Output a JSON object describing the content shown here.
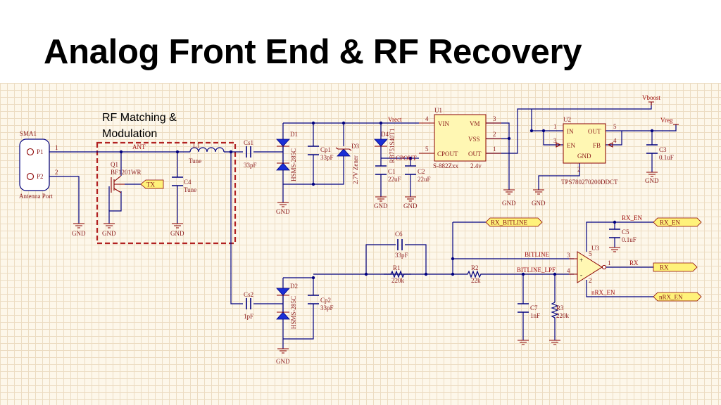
{
  "title": "Analog Front End & RF Recovery",
  "group_label": "RF Matching & Modulation",
  "colors": {
    "wire": "#000080",
    "part": "#8b0000",
    "highlight_box": "#b22222",
    "sheet": "#fdf7ea",
    "component_fill": "#fff7b3"
  },
  "connector": {
    "ref": "SMA1",
    "pins": [
      "P1",
      "P2"
    ],
    "pin_numbers": [
      "1",
      "2"
    ],
    "name": "Antenna Port"
  },
  "nets": {
    "ant": "ANT",
    "tx": "TX",
    "vrect": "Vrect",
    "cpout": "CPOUT",
    "vboost": "Vboost",
    "vreg": "Vreg",
    "rx_bitline": "RX_BITLINE",
    "bitline": "BITLINE",
    "bitline_lpf": "BITLINE_LPF",
    "rx_en": "RX_EN",
    "rx": "RX",
    "nrx_en": "nRX_EN",
    "gnd": "GND"
  },
  "components": {
    "q1": {
      "ref": "Q1",
      "value": "BF1201WR"
    },
    "l1": {
      "ref": "L1",
      "value": "Tune"
    },
    "c4": {
      "ref": "C4",
      "value": "Tune"
    },
    "cs1": {
      "ref": "Cs1",
      "value": "33pF"
    },
    "cs2": {
      "ref": "Cs2",
      "value": "1pF"
    },
    "d1": {
      "ref": "D1",
      "value": "HSMS-285C"
    },
    "d2": {
      "ref": "D2",
      "value": "HSMS-285C"
    },
    "cp1": {
      "ref": "Cp1",
      "value": "33pF"
    },
    "cp2": {
      "ref": "Cp2",
      "value": "33pF"
    },
    "d3": {
      "ref": "D3",
      "value": "2.7V Zener"
    },
    "d4": {
      "ref": "D4",
      "value": "RB751S40T1"
    },
    "c1": {
      "ref": "C1",
      "value": "22uF"
    },
    "c2": {
      "ref": "C2",
      "value": "22uF"
    },
    "u1": {
      "ref": "U1",
      "value": "S-882Zxx",
      "voltage": "2.4v",
      "pins": {
        "vin": "VIN",
        "vm": "VM",
        "vss": "VSS",
        "cpout": "CPOUT",
        "out": "OUT"
      },
      "pin_numbers": [
        "4",
        "5",
        "3",
        "2",
        "1"
      ]
    },
    "u2": {
      "ref": "U2",
      "value": "TPS780270200DDCT",
      "pins": {
        "in": "IN",
        "out": "OUT",
        "en": "EN",
        "fb": "FB",
        "gnd": "GND"
      },
      "pin_numbers": [
        "1",
        "5",
        "3",
        "4",
        "2"
      ]
    },
    "c3": {
      "ref": "C3",
      "value": "0.1uF"
    },
    "c5": {
      "ref": "C5",
      "value": "0.1uF"
    },
    "c6": {
      "ref": "C6",
      "value": "33pF"
    },
    "c7": {
      "ref": "C7",
      "value": "1nF"
    },
    "r1": {
      "ref": "R1",
      "value": "220k"
    },
    "r2": {
      "ref": "R2",
      "value": "22k"
    },
    "r3": {
      "ref": "R3",
      "value": "220k"
    },
    "u3": {
      "ref": "U3",
      "pin_numbers": [
        "3",
        "4",
        "5",
        "2",
        "1"
      ]
    }
  }
}
